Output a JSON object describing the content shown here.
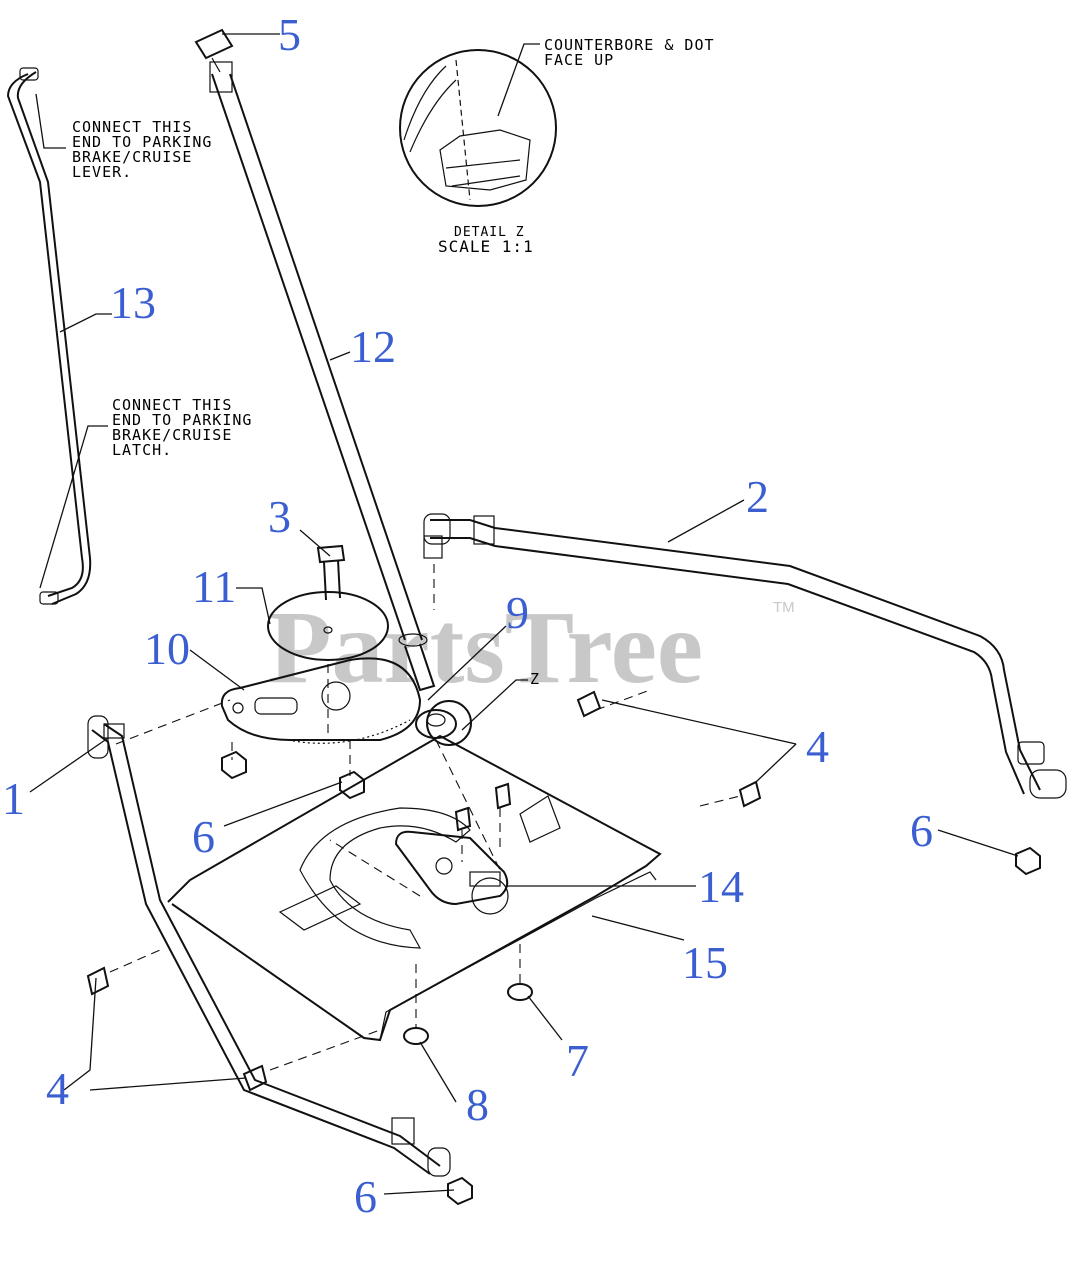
{
  "colors": {
    "callout": "#3b5fd0",
    "line": "#111111",
    "watermark": "#c8c8c8",
    "background": "#ffffff"
  },
  "watermark": {
    "text": "PartsTree",
    "mark": "TM"
  },
  "notes": {
    "lever": [
      "CONNECT THIS",
      "END TO PARKING",
      "BRAKE/CRUISE",
      "LEVER."
    ],
    "latch": [
      "CONNECT THIS",
      "END TO PARKING",
      "BRAKE/CRUISE",
      "LATCH."
    ],
    "counterbore": [
      "COUNTERBORE & DOT",
      "FACE UP"
    ],
    "detail": [
      "DETAIL Z",
      "SCALE 1:1"
    ],
    "detail_marker": "Z"
  },
  "callouts": [
    {
      "id": "1",
      "label": "1"
    },
    {
      "id": "2",
      "label": "2"
    },
    {
      "id": "3",
      "label": "3"
    },
    {
      "id": "4a",
      "label": "4"
    },
    {
      "id": "4b",
      "label": "4"
    },
    {
      "id": "5",
      "label": "5"
    },
    {
      "id": "6a",
      "label": "6"
    },
    {
      "id": "6b",
      "label": "6"
    },
    {
      "id": "6c",
      "label": "6"
    },
    {
      "id": "7",
      "label": "7"
    },
    {
      "id": "8",
      "label": "8"
    },
    {
      "id": "9",
      "label": "9"
    },
    {
      "id": "10",
      "label": "10"
    },
    {
      "id": "11",
      "label": "11"
    },
    {
      "id": "12",
      "label": "12"
    },
    {
      "id": "13",
      "label": "13"
    },
    {
      "id": "14",
      "label": "14"
    },
    {
      "id": "15",
      "label": "15"
    }
  ]
}
